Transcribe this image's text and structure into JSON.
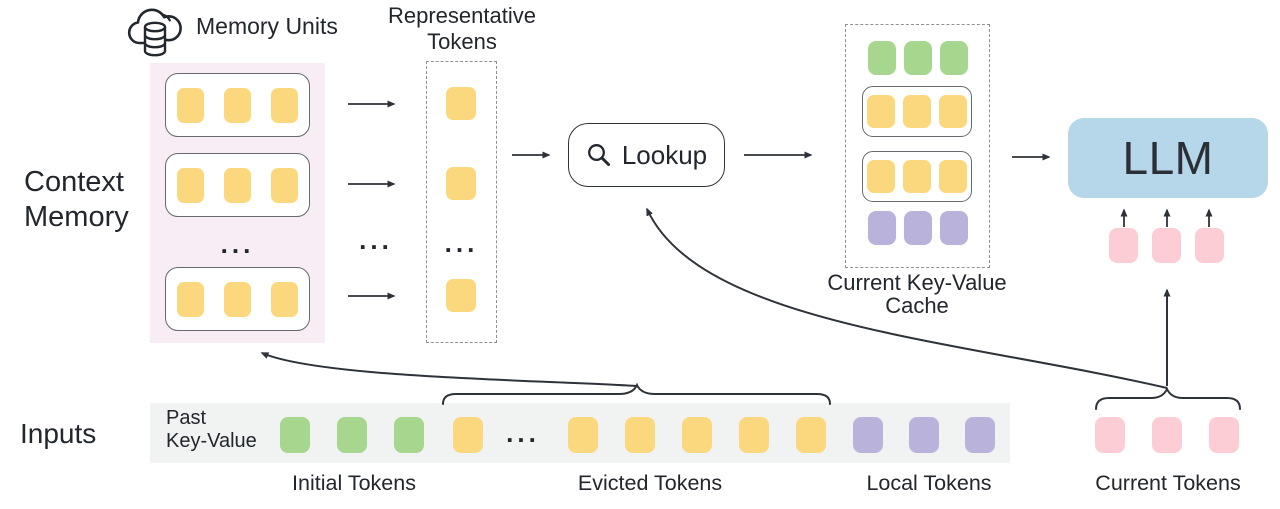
{
  "colors": {
    "line": "#2e333a",
    "text": "#22262d",
    "yellow": "#fbd87e",
    "green": "#a7d78e",
    "purple": "#b9b2db",
    "pink": "#fccdd4",
    "blue": "#b5d7e9",
    "panel_pink": "#f8edf5",
    "strip_gray": "#f0f3f2",
    "unit_border": "#66696e",
    "dash_border": "#8d9096"
  },
  "memory": {
    "icon": "cloud-database",
    "units_title": "Memory Units",
    "label_line1": "Context",
    "label_line2": "Memory",
    "ellipsis": "..."
  },
  "between": {
    "ellipsis": "..."
  },
  "representative": {
    "title_line1": "Representative",
    "title_line2": "Tokens",
    "ellipsis": "..."
  },
  "lookup": {
    "icon": "magnifier",
    "label": "Lookup"
  },
  "cache": {
    "title_line1": "Current Key-Value",
    "title_line2": "Cache"
  },
  "llm": {
    "label": "LLM"
  },
  "inputs": {
    "label": "Inputs",
    "past_line1": "Past",
    "past_line2": "Key-Value",
    "ellipsis": "...",
    "initial_label": "Initial Tokens",
    "evicted_label": "Evicted Tokens",
    "local_label": "Local Tokens",
    "current_label": "Current Tokens"
  },
  "tokens": {
    "memory_unit": {
      "color": "yellow",
      "count": 3
    },
    "representative_single": {
      "color": "yellow",
      "count": 1
    },
    "cache_green_row": {
      "color": "green",
      "count": 3
    },
    "cache_yellow_row": {
      "color": "yellow",
      "count": 3
    },
    "cache_purple_row": {
      "color": "purple",
      "count": 3
    },
    "llm_input_row": {
      "color": "pink",
      "count": 3
    },
    "strip_green_group": {
      "color": "green",
      "count": 3
    },
    "strip_yellow_lead": {
      "color": "yellow",
      "count": 1
    },
    "strip_yellow_group": {
      "color": "yellow",
      "count": 5
    },
    "strip_purple_group": {
      "color": "purple",
      "count": 3
    },
    "current_group": {
      "color": "pink",
      "count": 3
    }
  }
}
